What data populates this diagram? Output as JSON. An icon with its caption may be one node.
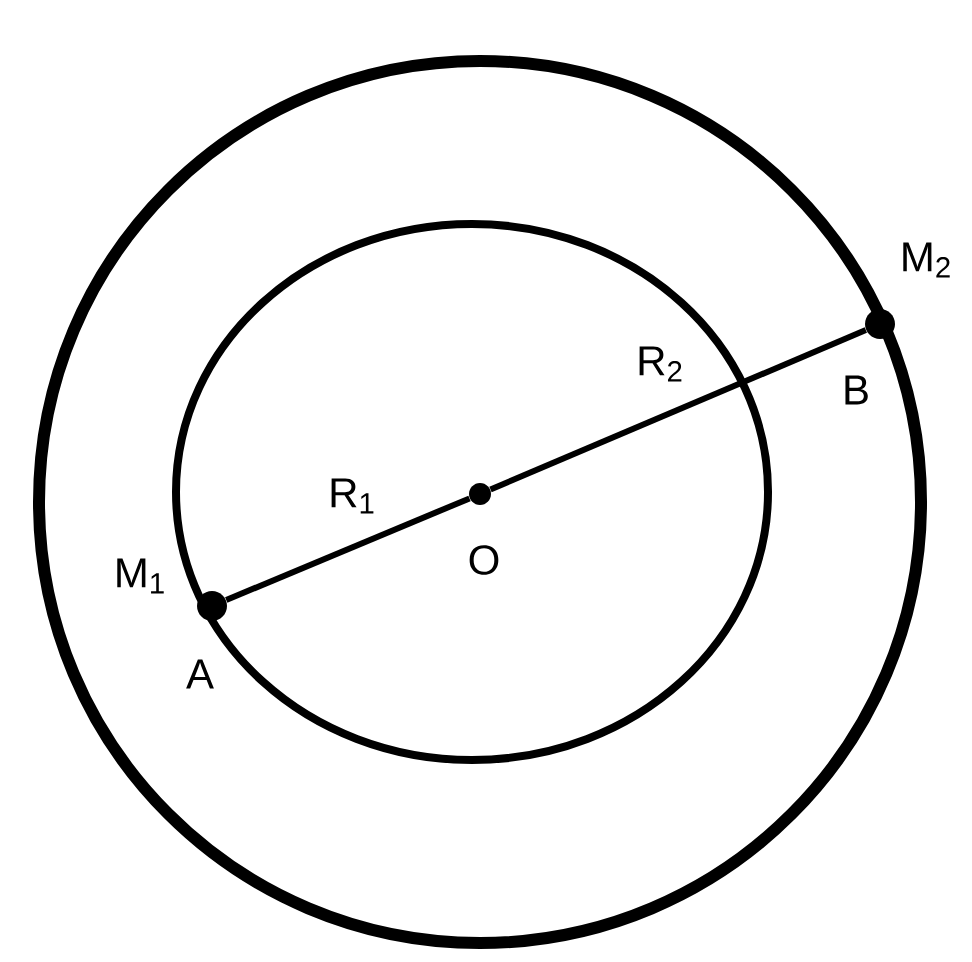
{
  "diagram": {
    "nodes": [
      {
        "text": [],
        "shape": "circle",
        "beside": [
          "M$_{1}$",
          "A"
        ]
      },
      {
        "text": [],
        "shape": "circle",
        "beside": [
          "O"
        ]
      },
      {
        "text": [],
        "shape": "circle",
        "beside": [
          "M$_{2}$",
          "B"
        ]
      }
    ],
    "edges": [
      {
        "from": 0,
        "to": 1,
        "arrow": "none",
        "label": "R$_{1}$"
      },
      {
        "from": 1,
        "to": 2,
        "arrow": "none",
        "label": "R$_{2}$"
      }
    ]
  }
}
